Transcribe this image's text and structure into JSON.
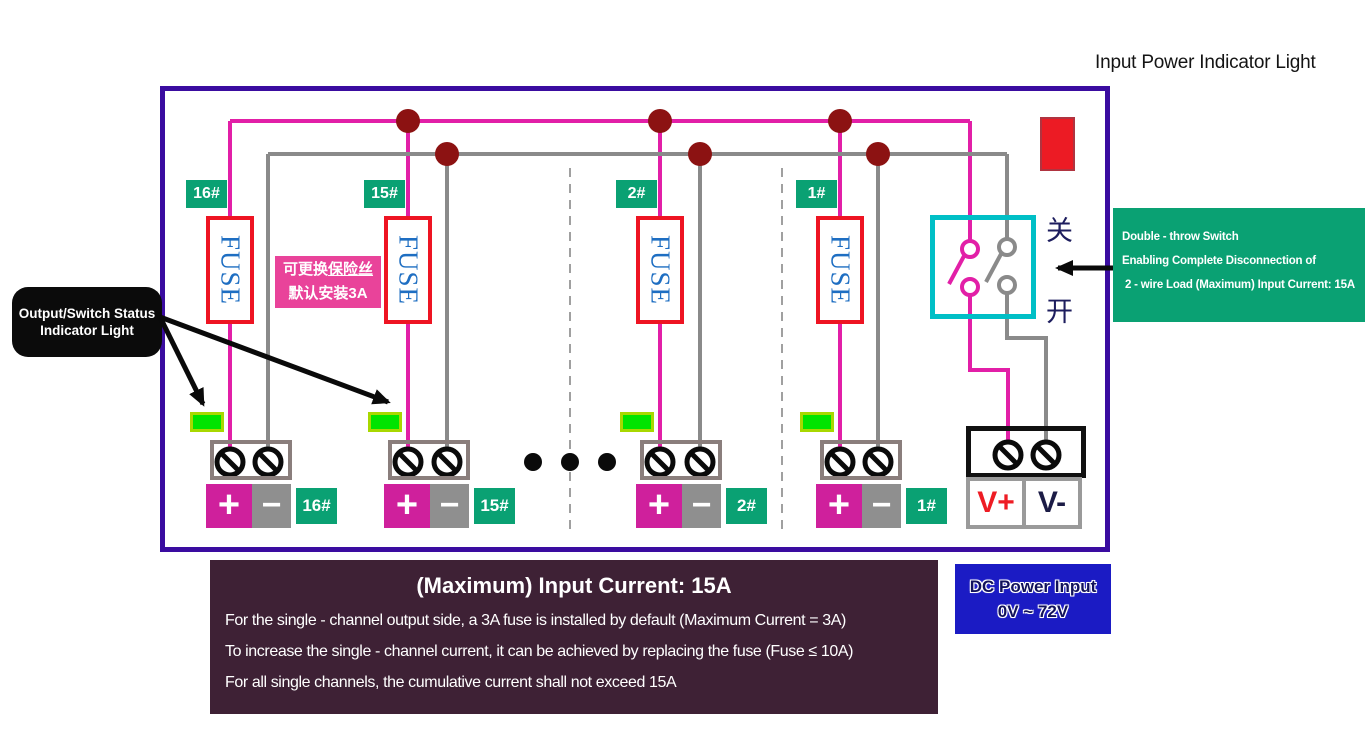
{
  "header": {
    "input_power_label": "Input Power Indicator Light"
  },
  "channels": [
    {
      "id": "16#",
      "fuse_label": "FUSE",
      "plus": "+",
      "minus": "−"
    },
    {
      "id": "15#",
      "fuse_label": "FUSE",
      "plus": "+",
      "minus": "−"
    },
    {
      "id": "2#",
      "fuse_label": "FUSE",
      "plus": "+",
      "minus": "−"
    },
    {
      "id": "1#",
      "fuse_label": "FUSE",
      "plus": "+",
      "minus": "−"
    }
  ],
  "fuse_note": {
    "line1_prefix": "可更换",
    "line1_underlined": "保险丝",
    "line2": "默认安装3A"
  },
  "switch_labels": {
    "off": "关",
    "on": "开"
  },
  "double_throw_note": {
    "line1": "Double - throw Switch",
    "line2": "Enabling Complete Disconnection of",
    "line3": " 2 - wire Load (Maximum) Input Current: 15A"
  },
  "status_note": {
    "line1": "Output/Switch Status",
    "line2": "Indicator Light"
  },
  "power_block": {
    "vplus": "V+",
    "vminus": "V-"
  },
  "dc_note": {
    "line1": "DC Power Input",
    "line2": "0V ~ 72V"
  },
  "current_note": {
    "title": "(Maximum) Input Current: 15A",
    "line1": "For the single - channel output side, a 3A fuse is installed by default (Maximum Current = 3A)",
    "line2": "To increase the single - channel current, it can be achieved by replacing the fuse (Fuse ≤ 10A)",
    "line3": "For all single channels, the cumulative current shall not exceed 15A"
  },
  "colors": {
    "frame": "#3a0ca0",
    "positive_wire": "#e21fa7",
    "negative_wire": "#8a8a8a",
    "junction_dot": "#8c1212",
    "fuse_border": "#ee1422",
    "badge_green": "#0aa173",
    "indicator_green": "#00e400",
    "indicator_red": "#ec1b24",
    "switch_border": "#00bfc6",
    "note_maroon": "#3e2135",
    "note_blue": "#1b1bc4"
  }
}
